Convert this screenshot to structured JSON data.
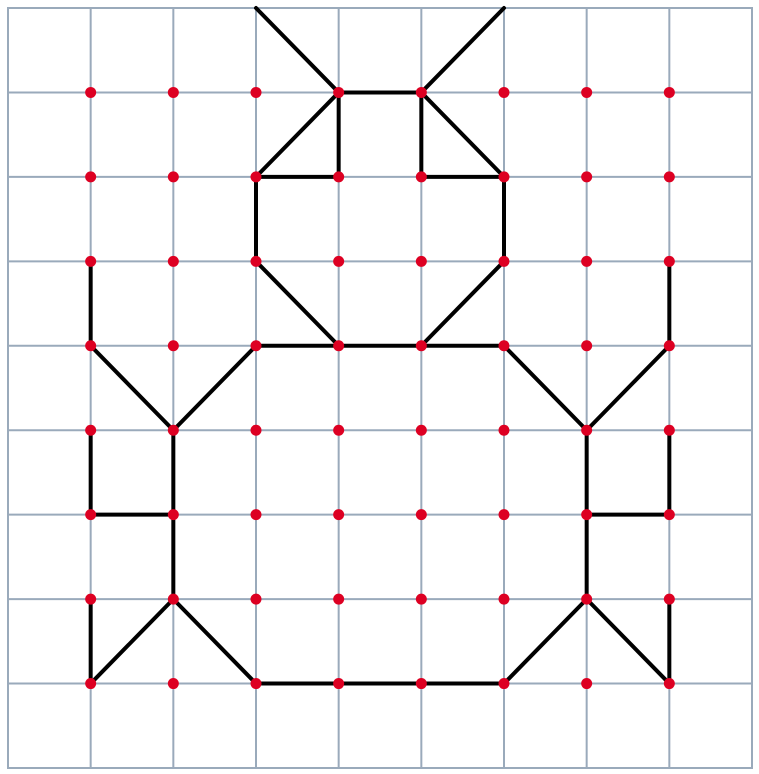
{
  "figure": {
    "grid": {
      "columns": 9,
      "rows": 9,
      "line_color": "#9aaabb"
    },
    "dots": {
      "color": "#dd0022",
      "cols": [
        1,
        2,
        3,
        4,
        5,
        6,
        7,
        8
      ],
      "rows": [
        1,
        2,
        3,
        4,
        5,
        6,
        7,
        8
      ]
    },
    "drawing": {
      "line_color": "#000000",
      "segments": [
        [
          [
            3,
            0
          ],
          [
            4,
            1
          ]
        ],
        [
          [
            6,
            0
          ],
          [
            5,
            1
          ]
        ],
        [
          [
            4,
            1
          ],
          [
            5,
            1
          ]
        ],
        [
          [
            4,
            1
          ],
          [
            4,
            2
          ]
        ],
        [
          [
            4,
            1
          ],
          [
            3,
            2
          ]
        ],
        [
          [
            3,
            2
          ],
          [
            4,
            2
          ]
        ],
        [
          [
            5,
            1
          ],
          [
            5,
            2
          ]
        ],
        [
          [
            5,
            1
          ],
          [
            6,
            2
          ]
        ],
        [
          [
            5,
            2
          ],
          [
            6,
            2
          ]
        ],
        [
          [
            3,
            2
          ],
          [
            3,
            3
          ]
        ],
        [
          [
            6,
            2
          ],
          [
            6,
            3
          ]
        ],
        [
          [
            3,
            3
          ],
          [
            4,
            4
          ]
        ],
        [
          [
            6,
            3
          ],
          [
            5,
            4
          ]
        ],
        [
          [
            3,
            4
          ],
          [
            6,
            4
          ]
        ],
        [
          [
            1,
            3
          ],
          [
            1,
            4
          ]
        ],
        [
          [
            1,
            4
          ],
          [
            2,
            5
          ]
        ],
        [
          [
            2,
            5
          ],
          [
            3,
            4
          ]
        ],
        [
          [
            1,
            5
          ],
          [
            1,
            6
          ]
        ],
        [
          [
            1,
            6
          ],
          [
            2,
            6
          ]
        ],
        [
          [
            2,
            5
          ],
          [
            2,
            7
          ]
        ],
        [
          [
            1,
            7
          ],
          [
            1,
            8
          ]
        ],
        [
          [
            1,
            8
          ],
          [
            2,
            7
          ]
        ],
        [
          [
            2,
            7
          ],
          [
            3,
            8
          ]
        ],
        [
          [
            3,
            8
          ],
          [
            6,
            8
          ]
        ],
        [
          [
            6,
            4
          ],
          [
            7,
            5
          ]
        ],
        [
          [
            7,
            5
          ],
          [
            8,
            4
          ]
        ],
        [
          [
            8,
            3
          ],
          [
            8,
            4
          ]
        ],
        [
          [
            7,
            5
          ],
          [
            7,
            7
          ]
        ],
        [
          [
            7,
            6
          ],
          [
            8,
            6
          ]
        ],
        [
          [
            8,
            5
          ],
          [
            8,
            6
          ]
        ],
        [
          [
            6,
            8
          ],
          [
            7,
            7
          ]
        ],
        [
          [
            7,
            7
          ],
          [
            8,
            8
          ]
        ],
        [
          [
            8,
            7
          ],
          [
            8,
            8
          ]
        ]
      ]
    }
  }
}
